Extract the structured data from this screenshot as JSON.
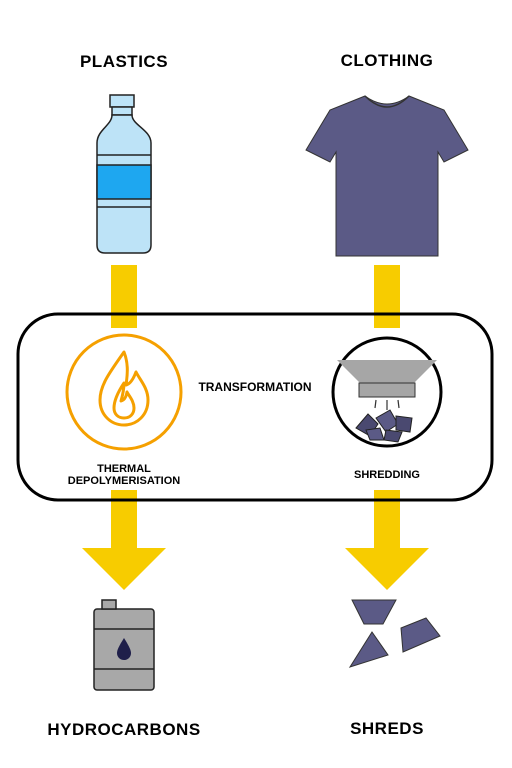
{
  "inputs": {
    "left_label": "PLASTICS",
    "right_label": "CLOTHING"
  },
  "process": {
    "center_label": "TRANSFORMATION",
    "left_step": "THERMAL\nDEPOLYMERISATION",
    "right_step": "SHREDDING"
  },
  "outputs": {
    "left_label": "HYDROCARBONS",
    "right_label": "SHREDS"
  },
  "icons": {
    "left_input": "plastic-bottle-icon",
    "right_input": "t-shirt-icon",
    "left_process": "flame-icon",
    "right_process": "shredder-icon",
    "left_output": "oil-barrel-icon",
    "right_output": "fabric-shreds-icon"
  },
  "colors": {
    "arrow": "#f7cc00",
    "flame": "#f5a000",
    "shirt": "#5b5a86",
    "bottle": "#bde3f7",
    "bottle_band": "#1ea7f0",
    "barrel": "#a8a8a8",
    "shredder": "#a6a6a6"
  }
}
